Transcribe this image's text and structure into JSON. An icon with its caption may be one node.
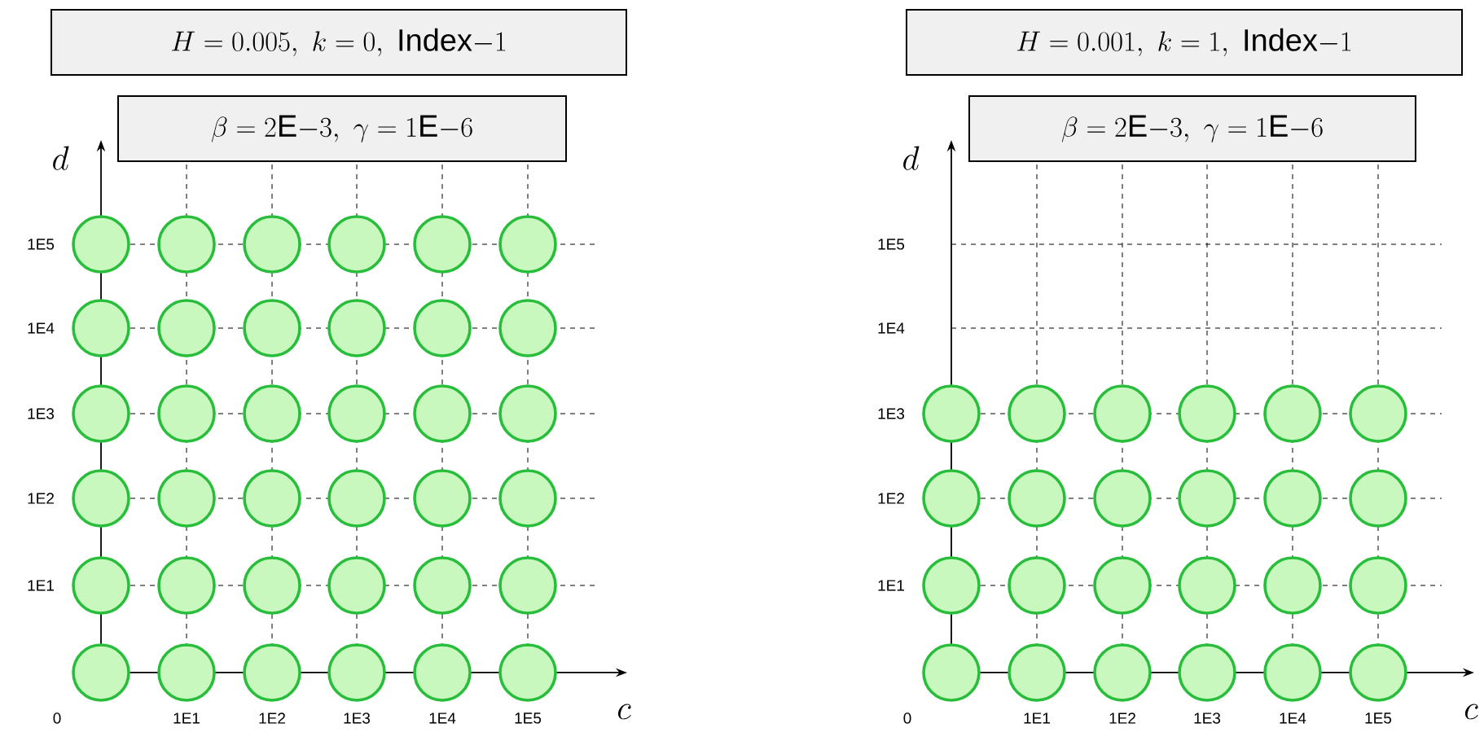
{
  "diagram": {
    "nodes": [
      {
        "text": [
          "H=0.005,\\ k=0,\\ \\mathrm{Index}{-}1"
        ]
      },
      {
        "text": [
          "\\beta=2\\mathrm{E}{-}3,\\ \\gamma=1\\mathrm{E}{-}6"
        ]
      },
      {
        "text": [],
        "shape": "circle"
      },
      {
        "text": [],
        "shape": "circle"
      },
      {
        "text": [],
        "shape": "circle"
      },
      {
        "text": [],
        "shape": "circle"
      },
      {
        "text": [],
        "shape": "circle"
      },
      {
        "text": [],
        "shape": "circle"
      },
      {
        "text": [],
        "shape": "circle"
      },
      {
        "text": [],
        "shape": "circle"
      },
      {
        "text": [],
        "shape": "circle"
      },
      {
        "text": [],
        "shape": "circle"
      },
      {
        "text": [],
        "shape": "circle"
      },
      {
        "text": [],
        "shape": "circle"
      },
      {
        "text": [],
        "shape": "circle"
      },
      {
        "text": [],
        "shape": "circle"
      },
      {
        "text": [],
        "shape": "circle"
      },
      {
        "text": [],
        "shape": "circle"
      },
      {
        "text": [],
        "shape": "circle"
      },
      {
        "text": [],
        "shape": "circle"
      },
      {
        "text": [],
        "shape": "circle"
      },
      {
        "text": [],
        "shape": "circle"
      },
      {
        "text": [],
        "shape": "circle"
      },
      {
        "text": [],
        "shape": "circle"
      },
      {
        "text": [],
        "shape": "circle"
      },
      {
        "text": [],
        "shape": "circle"
      },
      {
        "text": [],
        "shape": "circle"
      },
      {
        "text": [],
        "shape": "circle"
      },
      {
        "text": [],
        "shape": "circle"
      },
      {
        "text": [],
        "shape": "circle"
      },
      {
        "text": [],
        "shape": "circle"
      },
      {
        "text": [],
        "shape": "circle"
      },
      {
        "text": [],
        "shape": "circle"
      },
      {
        "text": [],
        "shape": "circle"
      },
      {
        "text": [],
        "shape": "circle"
      },
      {
        "text": [],
        "shape": "circle"
      },
      {
        "text": [],
        "shape": "circle"
      },
      {
        "text": [],
        "shape": "circle"
      },
      {
        "text": [
          "H=0.001,\\ k=1,\\ \\mathrm{Index}{-}1"
        ]
      },
      {
        "text": [
          "\\beta=2\\mathrm{E}{-}3,\\ \\gamma=1\\mathrm{E}{-}6"
        ]
      },
      {
        "text": [],
        "shape": "circle"
      },
      {
        "text": [],
        "shape": "circle"
      },
      {
        "text": [],
        "shape": "circle"
      },
      {
        "text": [],
        "shape": "circle"
      },
      {
        "text": [],
        "shape": "circle"
      },
      {
        "text": [],
        "shape": "circle"
      },
      {
        "text": [],
        "shape": "circle"
      },
      {
        "text": [],
        "shape": "circle"
      },
      {
        "text": [],
        "shape": "circle"
      },
      {
        "text": [],
        "shape": "circle"
      },
      {
        "text": [],
        "shape": "circle"
      },
      {
        "text": [],
        "shape": "circle"
      },
      {
        "text": [],
        "shape": "circle"
      },
      {
        "text": [],
        "shape": "circle"
      },
      {
        "text": [],
        "shape": "circle"
      },
      {
        "text": [],
        "shape": "circle"
      },
      {
        "text": [],
        "shape": "circle"
      },
      {
        "text": [],
        "shape": "circle"
      },
      {
        "text": [],
        "shape": "circle"
      },
      {
        "text": [],
        "shape": "circle"
      },
      {
        "text": [],
        "shape": "circle"
      },
      {
        "text": [],
        "shape": "circle"
      },
      {
        "text": [],
        "shape": "circle"
      },
      {
        "text": [],
        "shape": "circle"
      }
    ],
    "labels": [
      "d",
      "1E5",
      "1E4",
      "1E3",
      "1E2",
      "1E1",
      "0",
      "1E1",
      "1E2",
      "1E3",
      "1E4",
      "1E5",
      "c",
      "d",
      "1E5",
      "1E4",
      "1E3",
      "1E2",
      "1E1",
      "0",
      "1E1",
      "1E2",
      "1E3",
      "1E4",
      "1E5",
      "c"
    ]
  }
}
